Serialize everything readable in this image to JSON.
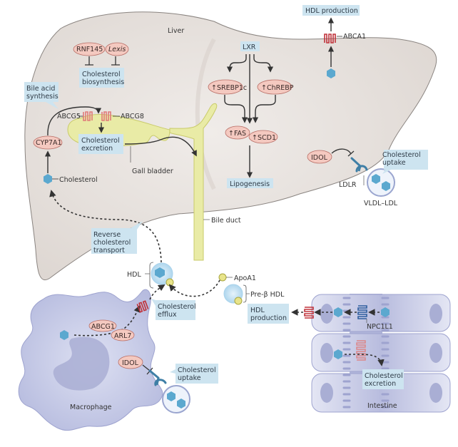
{
  "diagram": {
    "organs": {
      "liver": "Liver",
      "gall_bladder": "Gall bladder",
      "bile_duct": "Bile duct",
      "macrophage": "Macrophage",
      "intestine": "Intestine"
    },
    "process_boxes": {
      "hdl_production_top": "HDL production",
      "cholesterol_biosynthesis": [
        "Cholesterol",
        "biosynthesis"
      ],
      "bile_acid_synthesis": [
        "Bile acid",
        "synthesis"
      ],
      "lxr": "LXR",
      "cholesterol_excretion_liver": [
        "Cholesterol",
        "excretion"
      ],
      "lipogenesis": "Lipogenesis",
      "cholesterol_uptake_liver": [
        "Cholesterol",
        "uptake"
      ],
      "reverse_cholesterol_transport": [
        "Reverse",
        "cholesterol",
        "transport"
      ],
      "cholesterol_efflux": [
        "Cholesterol",
        "efflux"
      ],
      "hdl_production_intestine": [
        "HDL",
        "production"
      ],
      "cholesterol_uptake_macrophage": [
        "Cholesterol",
        "uptake"
      ],
      "cholesterol_excretion_intestine": [
        "Cholesterol",
        "excretion"
      ]
    },
    "proteins": {
      "rnf145": "RNF145",
      "lexis": "Lexis",
      "cyp7a1": "CYP7A1",
      "srebp1c": "↑SREBP1c",
      "chrebp": "↑ChREBP",
      "fas": "↑FAS",
      "scd1": "↑SCD1",
      "idol_liver": "IDOL",
      "abcg1": "ABCG1",
      "arl7": "ARL7",
      "idol_macrophage": "IDOL"
    },
    "labels": {
      "abca1": "ABCA1",
      "abcg5": "ABCG5",
      "abcg8": "ABCG8",
      "cholesterol": "Cholesterol",
      "ldlr": "LDLR",
      "vldl_ldl": "VLDL–LDL",
      "hdl": "HDL",
      "apoa1": "ApoA1",
      "pre_beta_hdl": "Pre-β HDL",
      "npc1l1": "NPC1L1"
    },
    "colors": {
      "liver_fill": "#e8e3df",
      "liver_stroke": "#8a8480",
      "gall_fill": "#e9eba6",
      "gall_stroke": "#c9cb6a",
      "process_box": "#cde4f0",
      "protein_pill": "#f4c9c0",
      "cholesterol_hex": "#5ba8cf",
      "transporter_red": "#c0323a",
      "transporter_pink": "#e07a78",
      "transporter_blue": "#2f5f9e",
      "receptor_blue": "#3f7fa6",
      "macrophage_fill": "#c9cde8",
      "intestine_fill": "#c5c8e3",
      "apoa1_yellow": "#e8e48a",
      "hdl_fill": "#d2e8f5"
    }
  }
}
